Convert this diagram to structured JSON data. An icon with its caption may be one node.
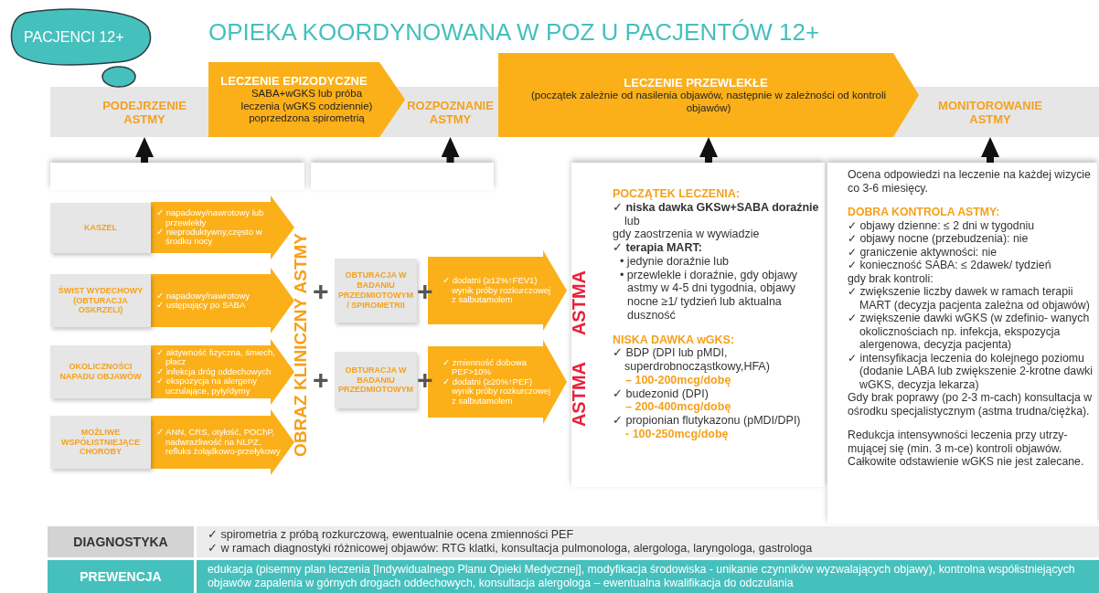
{
  "diagram": {
    "title": "OPIEKA KOORDYNOWANA W POZ U PACJENTÓW 12+",
    "nodes": [
      {
        "text": [
          "PACJENCI 12+"
        ]
      },
      {
        "text": [
          "PODEJRZENIE ASTMY"
        ]
      },
      {
        "text": [
          "LECZENIE EPIZODYCZNE",
          "SABA+wGKS lub próba leczenia (wGKS codziennie) poprzedzona spirometrią"
        ]
      },
      {
        "text": [
          "ROZPOZNANIE ASTMY"
        ]
      },
      {
        "text": [
          "LECZENIE PRZEWLEKŁE",
          "(początek zależnie od nasilenia objawów, następnie w zależności od kontroli objawów)"
        ]
      },
      {
        "text": [
          "MONITOROWANIE ASTMY"
        ]
      },
      {
        "text": [],
        "shape": "box"
      },
      {
        "text": [],
        "shape": "box"
      },
      {
        "text": [
          "POCZĄTEK LECZENIA:",
          "✓ **niska dawka GKSw+SABA doraźnie** lub",
          "gdy zaostrzenia w wywiadzie",
          "✓ **terapia MART:**",
          "• jedynie doraźnie lub",
          "• przewlekle i doraźnie, gdy objawy astmy w 4-5 dni tygodnia, objawy nocne ≥1/ tydzień lub aktualna duszność",
          "NISKA DAWKA wGKS:",
          "✓ BDP (DPI lub pMDI, superdrobnocząstkowy,HFA)",
          "– 100-200mcg/dobę",
          "✓ budezonid (DPI)",
          "– 200-400mcg/dobę",
          "✓ propionian flutykazonu (pMDI/DPI)",
          "- 100-250mcg/dobę"
        ]
      },
      {
        "text": [
          "Ocena odpowiedzi na leczenie na każdej wizycie co 3-6 miesięcy.",
          "DOBRA KONTROLA ASTMY:",
          "✓ objawy dzienne: ≤ 2 dni w tygodniu",
          "✓ objawy nocne (przebudzenia): nie",
          "✓ graniczenie aktywności: nie",
          "✓ konieczność SABA: ≤ 2dawek/ tydzień",
          "gdy brak kontroli:",
          "✓ zwiększenie liczby dawek w ramach terapii MART (decyzja pacjenta zależna od objawów)",
          "✓ zwiększenie dawki wGKS (w zdefinio- wanych okolicznościach np. infekcja, ekspozycja alergenowa, decyzja pacjenta)",
          "✓ intensyfikacja leczenia do kolejnego poziomu (dodanie LABA lub zwiększenie 2-krotne dawki wGKS, decyzja lekarza)",
          "Gdy brak poprawy (po 2-3 m-cach) konsultacja w ośrodku specjalistycznym (astma trudna/ciężka).",
          "Redukcja intensywności leczenia przy utrzy- mującej się (min. 3 m-ce) kontroli objawów. Całkowite odstawienie wGKS nie jest zalecane."
        ]
      },
      {
        "text": [
          "KASZEL"
        ]
      },
      {
        "text": [
          "✓ napadowy/nawrotowy lub przewlekły",
          "✓ nieproduktywny,często w środku nocy"
        ]
      },
      {
        "text": [
          "ŚWIST WYDECHOWY (OBTURACJA OSKRZELI)"
        ]
      },
      {
        "text": [
          "✓ napadowy/nawrotowy",
          "✓ ustępujący po SABA"
        ]
      },
      {
        "text": [
          "OKOLICZNOŚCI NAPADU OBJAWÓW"
        ]
      },
      {
        "text": [
          "✓ aktywność fizyczna, śmiech, płacz",
          "✓ infekcja dróg oddechowych",
          "✓ ekspozycja na alergeny uczulające, pyły/dymy"
        ]
      },
      {
        "text": [
          "MOŻLIWE WSPÓŁISTNIEJĄCE CHOROBY"
        ]
      },
      {
        "text": [
          "✓ ANN, CRS, otyłość, POChP, nadwrażliwość na NLPZ, refluks żołądkowo-przełykowy"
        ]
      },
      {
        "text": [
          "OBTURACJA W BADANIU PRZEDMIOTOWYM / SPIROMETRII"
        ]
      },
      {
        "text": [
          "✓ dodatni (≥12%↑FEV1) wynik próby rozkurczowej z salbutamolem"
        ]
      },
      {
        "text": [
          "OBTURACJA W BADANIU PRZEDMIOTOWYM"
        ]
      },
      {
        "text": [
          "✓ zmienność dobowa PEF>10%",
          "✓ dodatni (≥20%↑PEF) wynik próby rozkurczowej z salbutamolem"
        ]
      },
      {
        "text": [
          "DIAGNOSTYKA"
        ]
      },
      {
        "text": [
          "✓ spirometria z próbą rozkurczową, ewentualnie ocena zmienności PEF",
          "✓ w ramach diagnostyki różnicowej objawów: RTG klatki, konsultacja pulmonologa, alergologa, laryngologa, gastrologa"
        ]
      },
      {
        "text": [
          "PREWENCJA"
        ]
      },
      {
        "text": [
          "edukacja (pisemny plan leczenia [Indywidualnego Planu Opieki Medycznej], modyfikacja środowiska - unikanie czynników wyzwalających objawy), kontrolna współistniejących objawów zapalenia w górnych drogach oddechowych, konsultacja alergologa – ewentualna kwalifikacja do odczulania"
        ]
      }
    ],
    "edges": [
      {
        "from": 6,
        "to": 1,
        "arrow": "to"
      },
      {
        "from": 7,
        "to": 3,
        "arrow": "to"
      },
      {
        "from": 8,
        "to": 4,
        "arrow": "to"
      },
      {
        "from": 9,
        "to": 5,
        "arrow": "to"
      }
    ],
    "labels": [
      "OBRAZ KLINICZNY ASTMY",
      "+",
      "+",
      "ASTMA",
      "+",
      "+",
      "ASTMA"
    ]
  }
}
